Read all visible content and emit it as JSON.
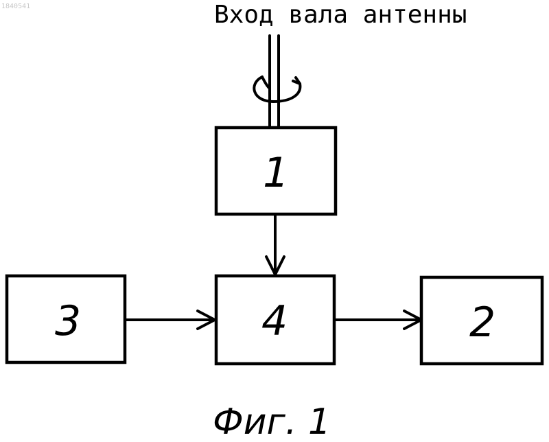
{
  "document_id": "1840541",
  "input_label": "Вход вала антенны",
  "blocks": {
    "block1": "1",
    "block2": "2",
    "block3": "3",
    "block4": "4"
  },
  "caption": "Фиг. 1"
}
